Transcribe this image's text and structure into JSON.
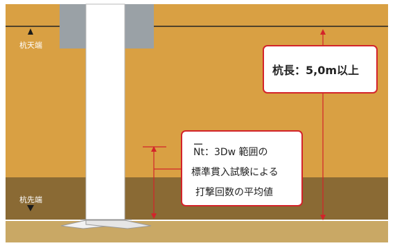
{
  "labels": {
    "pile_top": "杭天端",
    "pile_tip": "杭先端"
  },
  "callout_length": {
    "text": "杭長：5,0m以上"
  },
  "callout_n": {
    "symbol": "Nt",
    "line1_rest": "：3Dw 範囲の",
    "line2": "標準貫入試験による",
    "line3": "打撃回数の平均値"
  },
  "colors": {
    "soil_upper": "#d9a043",
    "soil_lower": "#8a6a34",
    "soil_bottom": "#c9a865",
    "cap_gray": "#9aa1a6",
    "pile_white": "#ffffff",
    "dimension_red": "#d3232a",
    "callout_border": "#d3232a",
    "frame": "#e3e3e3"
  }
}
